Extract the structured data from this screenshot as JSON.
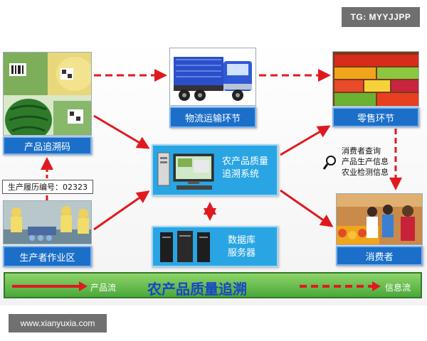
{
  "watermarks": {
    "top": "TG: MYYJJPP",
    "bottom": "www.xianyuxia.com"
  },
  "nodes": {
    "trace_code": "产品追溯码",
    "logistics": "物流运输环节",
    "retail": "零售环节",
    "producer": "生产者作业区",
    "consumer": "消费者",
    "system_line1": "农产品质量",
    "system_line2": "追溯系统",
    "db_line1": "数据库",
    "db_line2": "服务器"
  },
  "production_record_code": "生产履历编号：02323",
  "consumer_info": [
    "消费者查询",
    "产品生产信息",
    "农业检测信息"
  ],
  "banner": {
    "title": "农产品质量追溯",
    "product_flow": "产品流",
    "info_flow": "信息流"
  },
  "colors": {
    "arrow": "#e0191f",
    "node_blue": "#1b6fc8",
    "system_blue": "#2aa5e3",
    "banner_green": "#5cb843",
    "title_blue": "#1646c8"
  },
  "icons": [
    "truck-icon",
    "computer-icon",
    "server-icon",
    "magnifier-icon",
    "barcode-icon"
  ]
}
